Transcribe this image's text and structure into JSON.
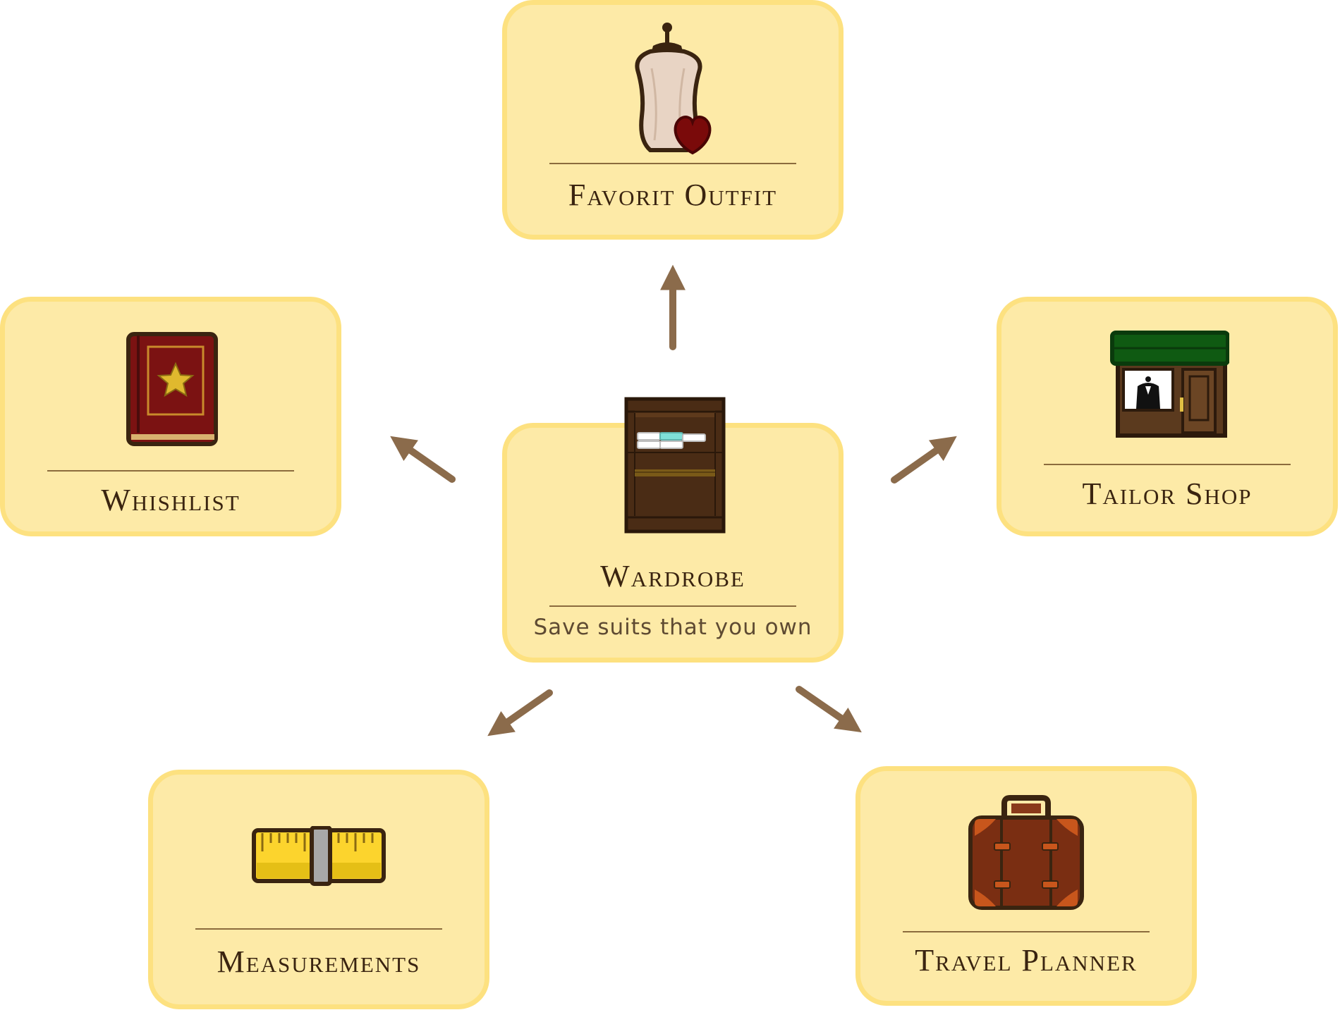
{
  "center": {
    "title": "Wardrobe",
    "subtitle": "Save suits that you own",
    "icon": "wardrobe-icon"
  },
  "nodes": {
    "favorite": {
      "title": "Favorit Outfit",
      "icon": "mannequin-heart-icon"
    },
    "wishlist": {
      "title": "Whishlist",
      "icon": "star-book-icon"
    },
    "tailor": {
      "title": "Tailor Shop",
      "icon": "tailor-shop-icon"
    },
    "measurements": {
      "title": "Measurements",
      "icon": "measuring-tape-icon"
    },
    "travel": {
      "title": "Travel Planner",
      "icon": "suitcase-icon"
    }
  },
  "colors": {
    "card_fill": "#fdeaa7",
    "card_border": "#fde180",
    "arrow": "#8b6b4b",
    "title_text": "#3a2410"
  }
}
